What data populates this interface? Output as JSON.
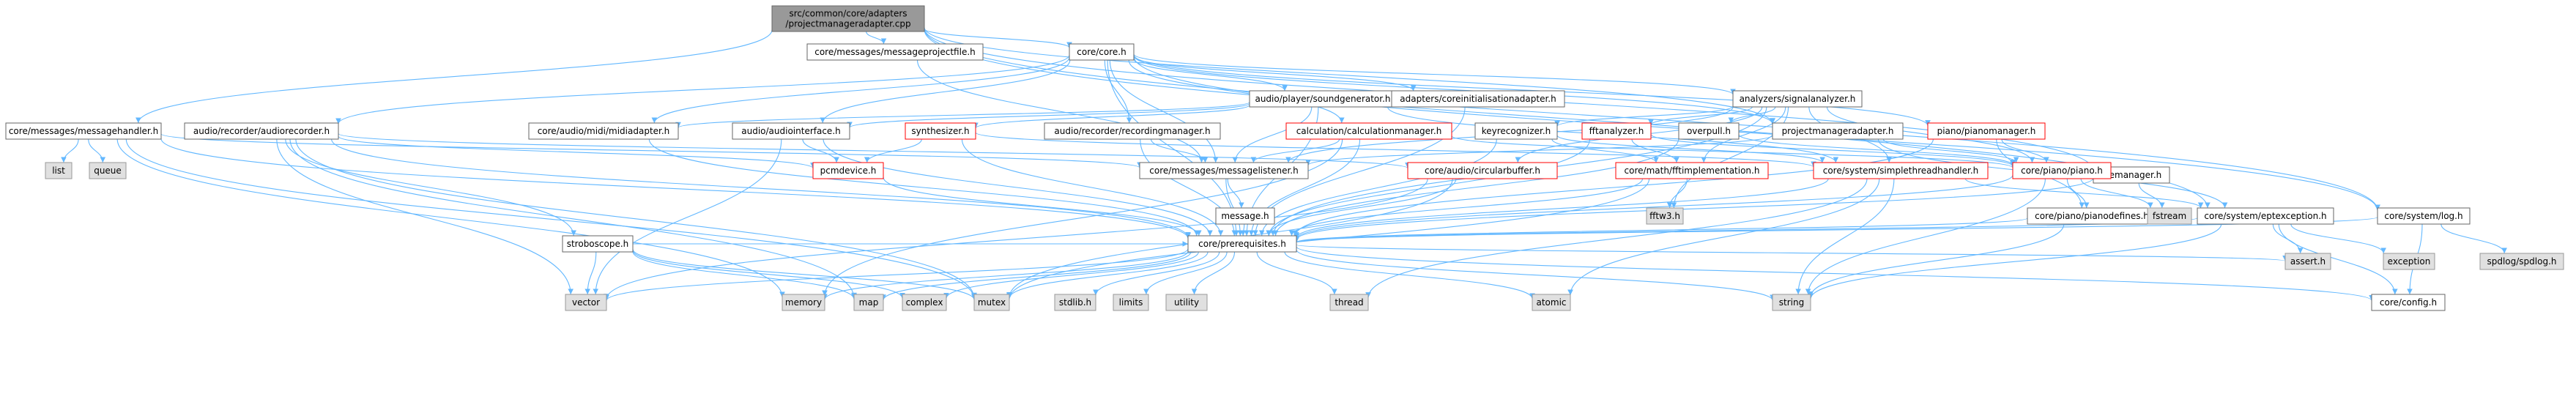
{
  "colors": {
    "root_fill": "#999999",
    "node_fill": "#ffffff",
    "node_stroke": "#666666",
    "incomplete_stroke": "#ff0000",
    "external_fill": "#e0e0e0",
    "external_stroke": "#999999",
    "edge": "#63B8FF",
    "text": "#000000"
  },
  "nodes": [
    {
      "id": "root",
      "label": [
        "src/common/core/adapters",
        "/projectmanageradapter.cpp"
      ],
      "style": "root"
    },
    {
      "id": "msgprojfile",
      "label": [
        "core/messages/messageprojectfile.h"
      ],
      "style": "normal"
    },
    {
      "id": "corecore",
      "label": [
        "core/core.h"
      ],
      "style": "normal"
    },
    {
      "id": "soundgen",
      "label": [
        "audio/player/soundgenerator.h"
      ],
      "style": "normal"
    },
    {
      "id": "coreinit",
      "label": [
        "adapters/coreinitialisationadapter.h"
      ],
      "style": "normal"
    },
    {
      "id": "signalanalyzer",
      "label": [
        "analyzers/signalanalyzer.h"
      ],
      "style": "normal"
    },
    {
      "id": "msghandler",
      "label": [
        "core/messages/messagehandler.h"
      ],
      "style": "normal"
    },
    {
      "id": "audiorecorder",
      "label": [
        "audio/recorder/audiorecorder.h"
      ],
      "style": "normal"
    },
    {
      "id": "midiadapter",
      "label": [
        "core/audio/midi/midiadapter.h"
      ],
      "style": "normal"
    },
    {
      "id": "audiointerface",
      "label": [
        "audio/audiointerface.h"
      ],
      "style": "normal"
    },
    {
      "id": "synthesizer",
      "label": [
        "synthesizer.h"
      ],
      "style": "incomplete"
    },
    {
      "id": "recordingmanager",
      "label": [
        "audio/recorder/recordingmanager.h"
      ],
      "style": "normal"
    },
    {
      "id": "calcmanager",
      "label": [
        "calculation/calculationmanager.h"
      ],
      "style": "incomplete"
    },
    {
      "id": "keyrecognizer",
      "label": [
        "keyrecognizer.h"
      ],
      "style": "normal"
    },
    {
      "id": "fftanalyzer",
      "label": [
        "fftanalyzer.h"
      ],
      "style": "incomplete"
    },
    {
      "id": "overpull",
      "label": [
        "overpull.h"
      ],
      "style": "normal"
    },
    {
      "id": "pmadapter",
      "label": [
        "projectmanageradapter.h"
      ],
      "style": "normal"
    },
    {
      "id": "pianomanager",
      "label": [
        "piano/pianomanager.h"
      ],
      "style": "incomplete"
    },
    {
      "id": "filemanager",
      "label": [
        "filemanager.h"
      ],
      "style": "normal"
    },
    {
      "id": "list",
      "label": [
        "list"
      ],
      "style": "external"
    },
    {
      "id": "queue",
      "label": [
        "queue"
      ],
      "style": "external"
    },
    {
      "id": "pcmdevice",
      "label": [
        "pcmdevice.h"
      ],
      "style": "incomplete"
    },
    {
      "id": "msglistener",
      "label": [
        "core/messages/messagelistener.h"
      ],
      "style": "normal"
    },
    {
      "id": "circbuffer",
      "label": [
        "core/audio/circularbuffer.h"
      ],
      "style": "incomplete"
    },
    {
      "id": "fftimpl",
      "label": [
        "core/math/fftimplementation.h"
      ],
      "style": "incomplete"
    },
    {
      "id": "simplethread",
      "label": [
        "core/system/simplethreadhandler.h"
      ],
      "style": "incomplete"
    },
    {
      "id": "piano",
      "label": [
        "core/piano/piano.h"
      ],
      "style": "incomplete"
    },
    {
      "id": "message",
      "label": [
        "message.h"
      ],
      "style": "normal"
    },
    {
      "id": "fftw3",
      "label": [
        "fftw3.h"
      ],
      "style": "external"
    },
    {
      "id": "pianodefines",
      "label": [
        "core/piano/pianodefines.h"
      ],
      "style": "normal"
    },
    {
      "id": "fstream",
      "label": [
        "fstream"
      ],
      "style": "external"
    },
    {
      "id": "eptexception",
      "label": [
        "core/system/eptexception.h"
      ],
      "style": "normal"
    },
    {
      "id": "log",
      "label": [
        "core/system/log.h"
      ],
      "style": "normal"
    },
    {
      "id": "stroboscope",
      "label": [
        "stroboscope.h"
      ],
      "style": "normal"
    },
    {
      "id": "prereq",
      "label": [
        "core/prerequisites.h"
      ],
      "style": "normal"
    },
    {
      "id": "asserth",
      "label": [
        "assert.h"
      ],
      "style": "external"
    },
    {
      "id": "exception",
      "label": [
        "exception"
      ],
      "style": "external"
    },
    {
      "id": "spdlog",
      "label": [
        "spdlog/spdlog.h"
      ],
      "style": "external"
    },
    {
      "id": "vector",
      "label": [
        "vector"
      ],
      "style": "external"
    },
    {
      "id": "memory",
      "label": [
        "memory"
      ],
      "style": "external"
    },
    {
      "id": "map",
      "label": [
        "map"
      ],
      "style": "external"
    },
    {
      "id": "complex",
      "label": [
        "complex"
      ],
      "style": "external"
    },
    {
      "id": "mutex",
      "label": [
        "mutex"
      ],
      "style": "external"
    },
    {
      "id": "stdlib",
      "label": [
        "stdlib.h"
      ],
      "style": "external"
    },
    {
      "id": "limits",
      "label": [
        "limits"
      ],
      "style": "external"
    },
    {
      "id": "utility",
      "label": [
        "utility"
      ],
      "style": "external"
    },
    {
      "id": "thread",
      "label": [
        "thread"
      ],
      "style": "external"
    },
    {
      "id": "atomic",
      "label": [
        "atomic"
      ],
      "style": "external"
    },
    {
      "id": "string",
      "label": [
        "string"
      ],
      "style": "external"
    },
    {
      "id": "config",
      "label": [
        "core/config.h"
      ],
      "style": "normal"
    }
  ],
  "edges": [
    [
      "root",
      "msgprojfile"
    ],
    [
      "root",
      "corecore"
    ],
    [
      "root",
      "msghandler"
    ],
    [
      "root",
      "pmadapter"
    ],
    [
      "root",
      "filemanager"
    ],
    [
      "root",
      "eptexception"
    ],
    [
      "root",
      "log"
    ],
    [
      "corecore",
      "soundgen"
    ],
    [
      "corecore",
      "coreinit"
    ],
    [
      "corecore",
      "signalanalyzer"
    ],
    [
      "corecore",
      "audiorecorder"
    ],
    [
      "corecore",
      "midiadapter"
    ],
    [
      "corecore",
      "audiointerface"
    ],
    [
      "corecore",
      "recordingmanager"
    ],
    [
      "corecore",
      "calcmanager"
    ],
    [
      "corecore",
      "pmadapter"
    ],
    [
      "corecore",
      "pianomanager"
    ],
    [
      "corecore",
      "msglistener"
    ],
    [
      "corecore",
      "prereq"
    ],
    [
      "corecore",
      "log"
    ],
    [
      "msgprojfile",
      "msglistener"
    ],
    [
      "soundgen",
      "audiointerface"
    ],
    [
      "soundgen",
      "synthesizer"
    ],
    [
      "soundgen",
      "midiadapter"
    ],
    [
      "soundgen",
      "msglistener"
    ],
    [
      "soundgen",
      "simplethread"
    ],
    [
      "soundgen",
      "prereq"
    ],
    [
      "coreinit",
      "prereq"
    ],
    [
      "signalanalyzer",
      "keyrecognizer"
    ],
    [
      "signalanalyzer",
      "fftanalyzer"
    ],
    [
      "signalanalyzer",
      "overpull"
    ],
    [
      "signalanalyzer",
      "msglistener"
    ],
    [
      "signalanalyzer",
      "circbuffer"
    ],
    [
      "signalanalyzer",
      "fftimpl"
    ],
    [
      "signalanalyzer",
      "simplethread"
    ],
    [
      "signalanalyzer",
      "piano"
    ],
    [
      "signalanalyzer",
      "fftw3"
    ],
    [
      "signalanalyzer",
      "prereq"
    ],
    [
      "msghandler",
      "list"
    ],
    [
      "msghandler",
      "queue"
    ],
    [
      "msghandler",
      "msglistener"
    ],
    [
      "msghandler",
      "prereq"
    ],
    [
      "msghandler",
      "mutex"
    ],
    [
      "msghandler",
      "memory"
    ],
    [
      "audiorecorder",
      "pcmdevice"
    ],
    [
      "audiorecorder",
      "circbuffer"
    ],
    [
      "audiorecorder",
      "stroboscope"
    ],
    [
      "audiorecorder",
      "prereq"
    ],
    [
      "audiorecorder",
      "vector"
    ],
    [
      "audiorecorder",
      "mutex"
    ],
    [
      "audiorecorder",
      "map"
    ],
    [
      "midiadapter",
      "prereq"
    ],
    [
      "audiointerface",
      "pcmdevice"
    ],
    [
      "audiointerface",
      "prereq"
    ],
    [
      "audiointerface",
      "vector"
    ],
    [
      "synthesizer",
      "pcmdevice"
    ],
    [
      "synthesizer",
      "simplethread"
    ],
    [
      "synthesizer",
      "prereq"
    ],
    [
      "recordingmanager",
      "msglistener"
    ],
    [
      "recordingmanager",
      "prereq"
    ],
    [
      "calcmanager",
      "msglistener"
    ],
    [
      "calcmanager",
      "piano"
    ],
    [
      "calcmanager",
      "prereq"
    ],
    [
      "calcmanager",
      "memory"
    ],
    [
      "keyrecognizer",
      "fftimpl"
    ],
    [
      "keyrecognizer",
      "simplethread"
    ],
    [
      "keyrecognizer",
      "prereq"
    ],
    [
      "fftanalyzer",
      "fftimpl"
    ],
    [
      "fftanalyzer",
      "piano"
    ],
    [
      "fftanalyzer",
      "prereq"
    ],
    [
      "overpull",
      "piano"
    ],
    [
      "overpull",
      "prereq"
    ],
    [
      "pmadapter",
      "msglistener"
    ],
    [
      "pmadapter",
      "piano"
    ],
    [
      "pmadapter",
      "eptexception"
    ],
    [
      "pianomanager",
      "piano"
    ],
    [
      "pianomanager",
      "pianodefines"
    ],
    [
      "pianomanager",
      "prereq"
    ],
    [
      "filemanager",
      "fstream"
    ],
    [
      "filemanager",
      "prereq"
    ],
    [
      "pcmdevice",
      "prereq"
    ],
    [
      "msglistener",
      "message"
    ],
    [
      "msglistener",
      "prereq"
    ],
    [
      "circbuffer",
      "prereq"
    ],
    [
      "circbuffer",
      "vector"
    ],
    [
      "circbuffer",
      "mutex"
    ],
    [
      "fftimpl",
      "fftw3"
    ],
    [
      "fftimpl",
      "prereq"
    ],
    [
      "fftimpl",
      "mutex"
    ],
    [
      "simplethread",
      "eptexception"
    ],
    [
      "simplethread",
      "prereq"
    ],
    [
      "simplethread",
      "thread"
    ],
    [
      "simplethread",
      "atomic"
    ],
    [
      "simplethread",
      "string"
    ],
    [
      "piano",
      "pianodefines"
    ],
    [
      "piano",
      "fstream"
    ],
    [
      "piano",
      "prereq"
    ],
    [
      "piano",
      "string"
    ],
    [
      "message",
      "prereq"
    ],
    [
      "pianodefines",
      "prereq"
    ],
    [
      "pianodefines",
      "string"
    ],
    [
      "eptexception",
      "prereq"
    ],
    [
      "eptexception",
      "exception"
    ],
    [
      "eptexception",
      "asserth"
    ],
    [
      "eptexception",
      "config"
    ],
    [
      "eptexception",
      "string"
    ],
    [
      "log",
      "prereq"
    ],
    [
      "log",
      "spdlog"
    ],
    [
      "log",
      "config"
    ],
    [
      "stroboscope",
      "vector"
    ],
    [
      "stroboscope",
      "complex"
    ],
    [
      "stroboscope",
      "mutex"
    ],
    [
      "stroboscope",
      "map"
    ],
    [
      "stroboscope",
      "prereq"
    ],
    [
      "prereq",
      "vector"
    ],
    [
      "prereq",
      "memory"
    ],
    [
      "prereq",
      "map"
    ],
    [
      "prereq",
      "complex"
    ],
    [
      "prereq",
      "mutex"
    ],
    [
      "prereq",
      "stdlib"
    ],
    [
      "prereq",
      "limits"
    ],
    [
      "prereq",
      "utility"
    ],
    [
      "prereq",
      "thread"
    ],
    [
      "prereq",
      "atomic"
    ],
    [
      "prereq",
      "string"
    ],
    [
      "prereq",
      "config"
    ],
    [
      "prereq",
      "asserth"
    ]
  ]
}
